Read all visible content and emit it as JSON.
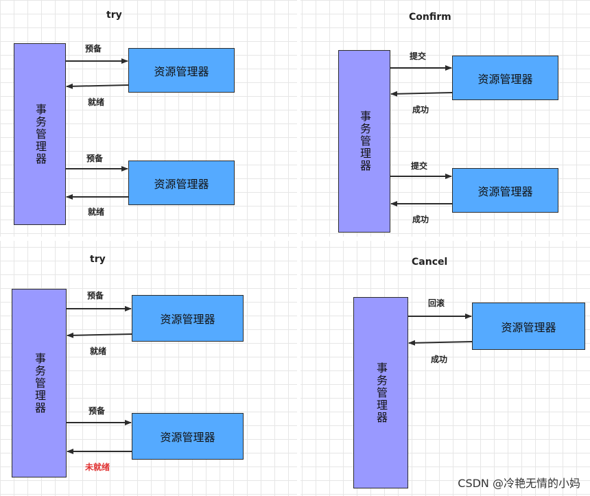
{
  "panels": [
    {
      "title": "try",
      "transaction_manager": "事务管理器",
      "pairs": [
        {
          "resource": "资源管理器",
          "request": "预备",
          "response": "就绪"
        },
        {
          "resource": "资源管理器",
          "request": "预备",
          "response": "就绪"
        }
      ]
    },
    {
      "title": "Confirm",
      "transaction_manager": "事务管理器",
      "pairs": [
        {
          "resource": "资源管理器",
          "request": "提交",
          "response": "成功"
        },
        {
          "resource": "资源管理器",
          "request": "提交",
          "response": "成功"
        }
      ]
    },
    {
      "title": "try",
      "transaction_manager": "事务管理器",
      "pairs": [
        {
          "resource": "资源管理器",
          "request": "预备",
          "response": "就绪"
        },
        {
          "resource": "资源管理器",
          "request": "预备",
          "response": "未就绪",
          "response_color": "#e03030"
        }
      ]
    },
    {
      "title": "Cancel",
      "transaction_manager": "事务管理器",
      "pairs": [
        {
          "resource": "资源管理器",
          "request": "回滚",
          "response": "成功"
        }
      ]
    }
  ],
  "colors": {
    "transaction_manager_fill": "#9999ff",
    "resource_manager_fill": "#55aaff",
    "failure_text": "#e03030"
  },
  "watermark": "CSDN @冷艳无情的小妈"
}
